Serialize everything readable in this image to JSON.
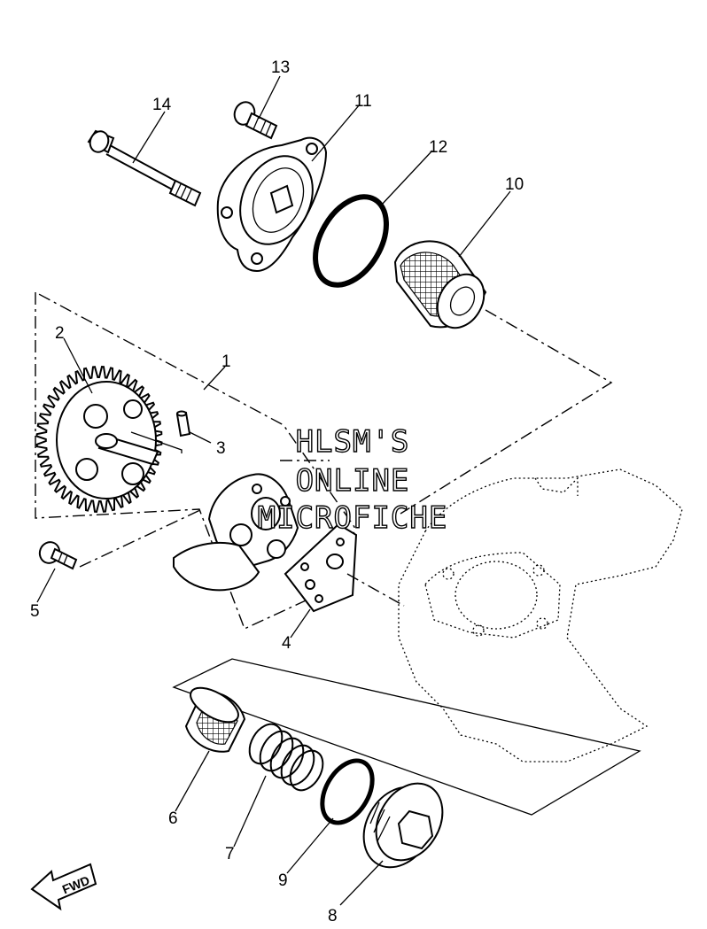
{
  "callouts": [
    {
      "id": "1",
      "text": "1"
    },
    {
      "id": "2",
      "text": "2"
    },
    {
      "id": "3",
      "text": "3"
    },
    {
      "id": "4",
      "text": "4"
    },
    {
      "id": "5",
      "text": "5"
    },
    {
      "id": "6",
      "text": "6"
    },
    {
      "id": "7",
      "text": "7"
    },
    {
      "id": "8",
      "text": "8"
    },
    {
      "id": "9",
      "text": "9"
    },
    {
      "id": "10",
      "text": "10"
    },
    {
      "id": "11",
      "text": "11"
    },
    {
      "id": "12",
      "text": "12"
    },
    {
      "id": "13",
      "text": "13"
    },
    {
      "id": "14",
      "text": "14"
    }
  ],
  "watermark": [
    "HLSM'S",
    "ONLINE",
    "MICROFICHE"
  ],
  "fwd_arrow": "FWD"
}
